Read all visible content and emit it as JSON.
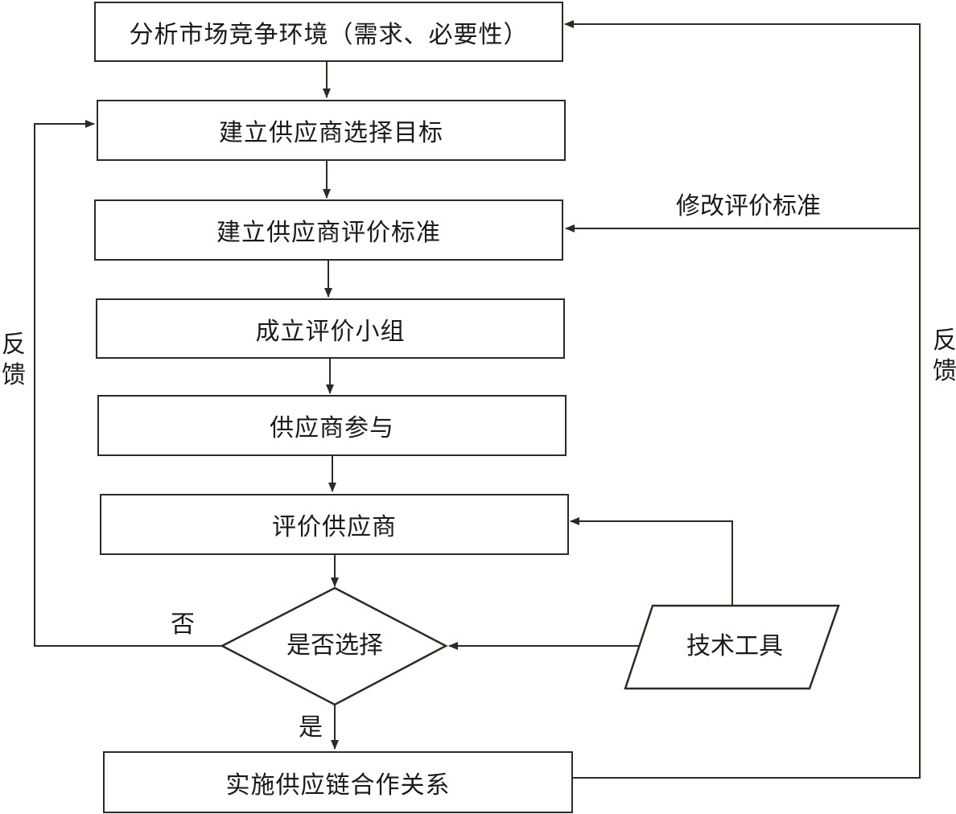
{
  "boxes": {
    "analyze": "分析市场竞争环境（需求、必要性）",
    "goal": "建立供应商选择目标",
    "criteria": "建立供应商评价标准",
    "team": "成立评价小组",
    "participate": "供应商参与",
    "evaluate": "评价供应商",
    "implement": "实施供应链合作关系"
  },
  "decision": "是否选择",
  "tool": "技术工具",
  "labels": {
    "no": "否",
    "yes": "是",
    "modify_criteria": "修改评价标准",
    "feedback_left": "反馈",
    "feedback_right": "反馈"
  }
}
